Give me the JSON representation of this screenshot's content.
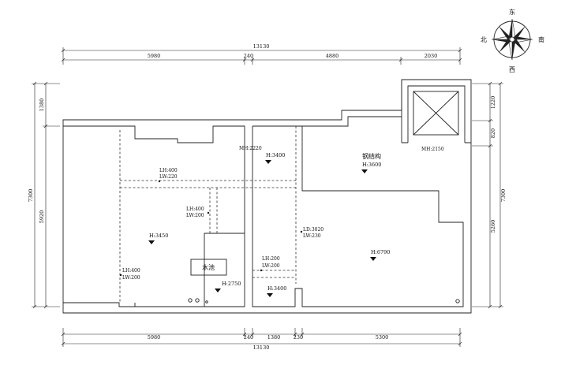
{
  "compass": {
    "north": "北",
    "south": "南",
    "east": "东",
    "west": "西"
  },
  "dimensions": {
    "top_total": "13130",
    "top_segments": [
      "5980",
      "240",
      "4880",
      "2030"
    ],
    "bottom_total": "13130",
    "bottom_segments": [
      "5980",
      "240",
      "1380",
      "230",
      "5300"
    ],
    "left_total": "7300",
    "left_segments": [
      "1380",
      "5920"
    ],
    "right_total": "7300",
    "right_segments": [
      "1220",
      "820",
      "5260"
    ]
  },
  "labels": {
    "mh_2220": "MH:2220",
    "mh_2150": "MH:2150",
    "steel": "钢结构",
    "lh_400_a": "LH:400",
    "lw_220": "LW:220",
    "lh_400_b": "LH:400",
    "lw_200_b": "LW:200",
    "lh_400_c": "LH:400",
    "lw_200_c": "LW:200",
    "ld_3020": "LD:3020",
    "lw_230": "LW:230",
    "lh_200": "LH:200",
    "lw_200_d": "LW:200",
    "pool": "水池"
  },
  "levels": {
    "h_3400_a": "H:3400",
    "h_3600": "H:3600",
    "h_3450": "H:3450",
    "h_2750": "H:2750",
    "h_3400_b": "H:3400",
    "h_6790": "H:6790"
  }
}
